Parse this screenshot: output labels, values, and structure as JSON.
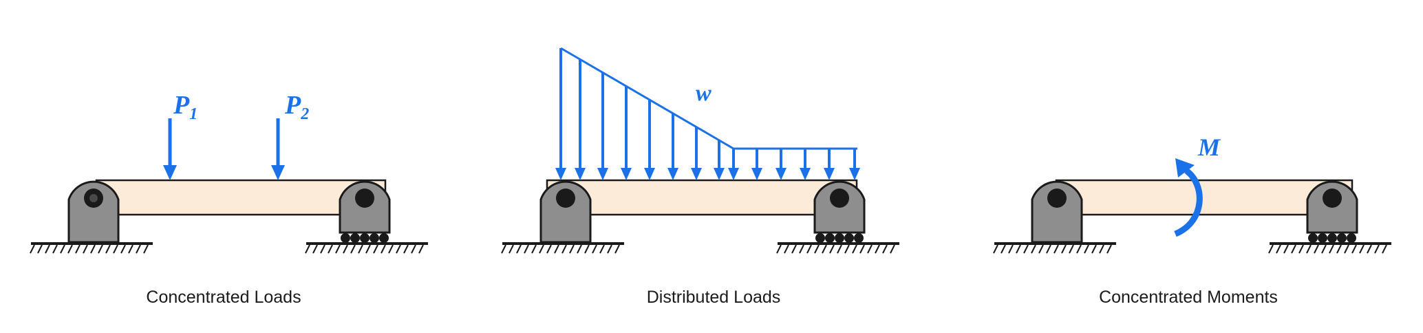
{
  "colors": {
    "load": "#1b72e8",
    "beam_fill": "#fcebd8",
    "support_fill": "#8e8e8e",
    "outline": "#1a1a1a"
  },
  "panels": {
    "concentrated_loads": {
      "caption": "Concentrated Loads",
      "loads": [
        {
          "label": "P",
          "subscript": "1"
        },
        {
          "label": "P",
          "subscript": "2"
        }
      ]
    },
    "distributed_loads": {
      "caption": "Distributed Loads",
      "load_label": "w"
    },
    "concentrated_moments": {
      "caption": "Concentrated Moments",
      "moment_label": "M"
    }
  }
}
